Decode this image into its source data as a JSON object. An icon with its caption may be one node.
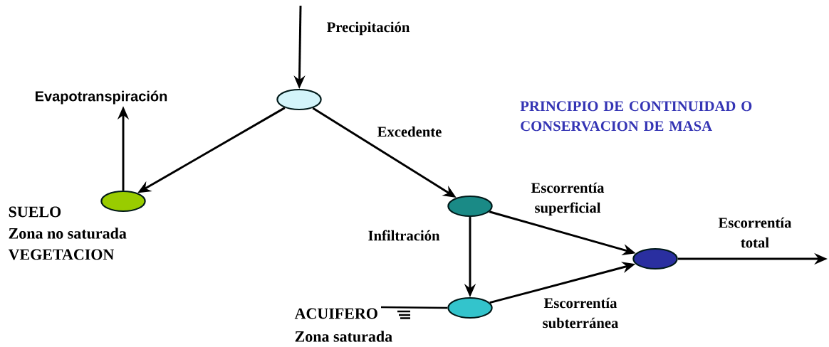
{
  "diagram": {
    "title": "PRINCIPIO DE CONTINUIDAD O CONSERVACION DE MASA",
    "nodes": [
      {
        "text": [
          "Evapotranspiración"
        ]
      },
      {
        "text": [],
        "shape": "ellipse"
      },
      {
        "text": [],
        "shape": "ellipse",
        "beside": [
          "SUELO",
          "Zona no saturada",
          "VEGETACION"
        ]
      },
      {
        "text": [],
        "shape": "ellipse"
      },
      {
        "text": [],
        "shape": "ellipse"
      },
      {
        "text": [],
        "shape": "ellipse",
        "beside": [
          "ACUIFERO",
          "Zona saturada"
        ]
      }
    ],
    "edges": [
      {
        "from": null,
        "to": 1,
        "arrow": "to",
        "label": "Precipitación"
      },
      {
        "from": 1,
        "to": 2,
        "arrow": "to"
      },
      {
        "from": 2,
        "to": 0,
        "arrow": "to"
      },
      {
        "from": 1,
        "to": 3,
        "arrow": "to",
        "label": "Excedente"
      },
      {
        "from": 3,
        "to": 5,
        "arrow": "to",
        "label": "Infiltración"
      },
      {
        "from": 3,
        "to": 4,
        "arrow": "to",
        "label": "Escorrentía superficial"
      },
      {
        "from": 5,
        "to": 4,
        "arrow": "to",
        "label": "Escorrentía subterránea"
      },
      {
        "from": 4,
        "to": null,
        "arrow": "to",
        "label": "Escorrentía total"
      }
    ]
  }
}
